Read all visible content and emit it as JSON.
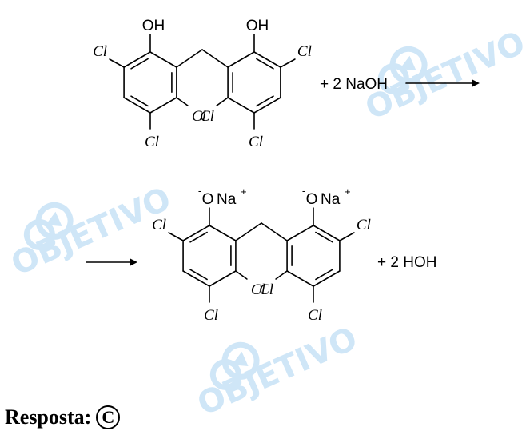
{
  "watermark": {
    "text": "OBJETIVO"
  },
  "labels": {
    "oh": "OH",
    "cl": "Cl",
    "o_minus": "O",
    "minus": "-",
    "na": "Na",
    "plus_sup": "+"
  },
  "equation": {
    "reagent": "+  2 NaOH",
    "byproduct": "+  2 HOH"
  },
  "answer": {
    "label": "Resposta:",
    "choice": "C"
  }
}
